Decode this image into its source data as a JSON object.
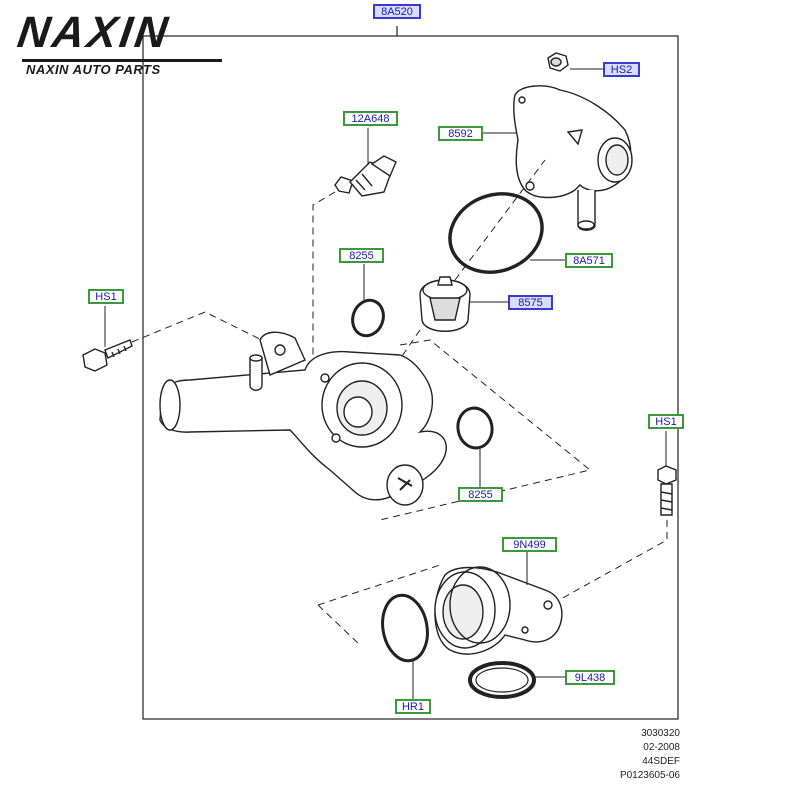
{
  "logo": {
    "brand": "NAXIN",
    "tagline": "NAXIN AUTO PARTS"
  },
  "callouts": {
    "assembly": "8A520",
    "hs2": "HS2",
    "sensor": "12A648",
    "housing": "8592",
    "oring_large": "8A571",
    "gasket_upper": "8255",
    "thermostat": "8575",
    "hs1_left": "HS1",
    "hs1_right": "HS1",
    "gasket_lower": "8255",
    "elbow": "9N499",
    "oring_bottom": "HR1",
    "gasket_bottom": "9L438"
  },
  "footer": {
    "line1": "3030320",
    "line2": "02-2008",
    "line3": "44SDEF",
    "line4": "P0123605-06"
  },
  "colors": {
    "callout_border": "#3a9a3a",
    "callout_text": "#1a1aa8",
    "title_fill": "#d8dcff"
  }
}
